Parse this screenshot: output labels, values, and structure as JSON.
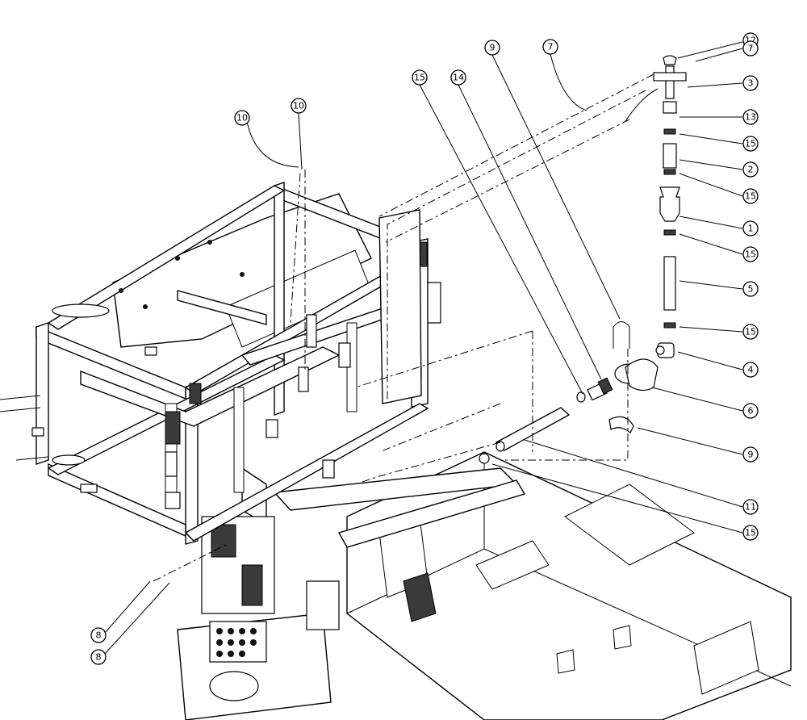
{
  "callouts": [
    {
      "id": "c12a",
      "label": "12"
    },
    {
      "id": "c7a",
      "label": "7"
    },
    {
      "id": "c3",
      "label": "3"
    },
    {
      "id": "c13",
      "label": "13"
    },
    {
      "id": "c15a",
      "label": "15"
    },
    {
      "id": "c2",
      "label": "2"
    },
    {
      "id": "c15b",
      "label": "15"
    },
    {
      "id": "c1",
      "label": "1"
    },
    {
      "id": "c15c",
      "label": "15"
    },
    {
      "id": "c5",
      "label": "5"
    },
    {
      "id": "c15d",
      "label": "15"
    },
    {
      "id": "c4",
      "label": "4"
    },
    {
      "id": "c6",
      "label": "6"
    },
    {
      "id": "c9a",
      "label": "9"
    },
    {
      "id": "c11",
      "label": "11"
    },
    {
      "id": "c15e",
      "label": "15"
    },
    {
      "id": "c15f",
      "label": "15"
    },
    {
      "id": "c14",
      "label": "14"
    },
    {
      "id": "c9b",
      "label": "9"
    },
    {
      "id": "c7b",
      "label": "7"
    },
    {
      "id": "c10a",
      "label": "10"
    },
    {
      "id": "c10b",
      "label": "10"
    },
    {
      "id": "c8a",
      "label": "8"
    },
    {
      "id": "c8b",
      "label": "8"
    }
  ]
}
